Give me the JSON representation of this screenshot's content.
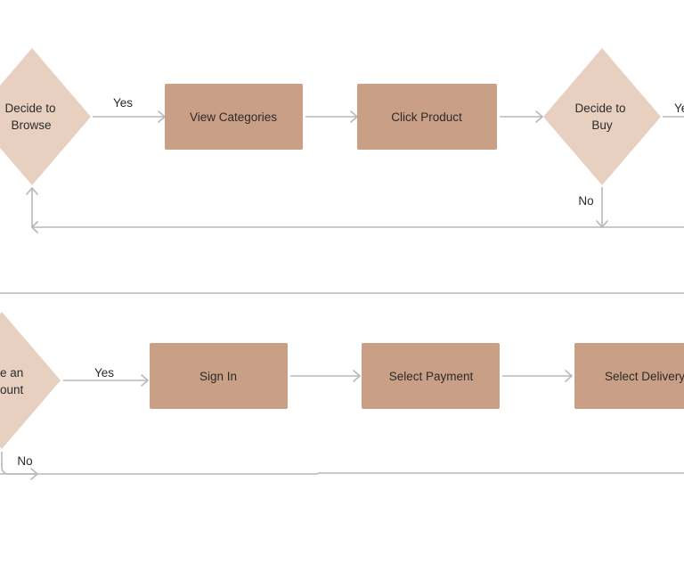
{
  "colors": {
    "process_fill": "#c99f85",
    "decision_fill": "#e8d0c1",
    "connector": "#b8b8b8",
    "text": "#2b2b2b",
    "background": "#ffffff"
  },
  "flow_top": {
    "decide_browse": {
      "line1": "Decide to",
      "line2": "Browse"
    },
    "view_categories": "View Categories",
    "click_product": "Click Product",
    "decide_buy": {
      "line1": "Decide to",
      "line2": "Buy"
    },
    "yes_browse": "Yes",
    "yes_buy": "Ye",
    "no_buy": "No"
  },
  "flow_bottom": {
    "account": {
      "line1": "e an",
      "line2": "ount"
    },
    "sign_in": "Sign In",
    "select_payment": "Select Payment",
    "select_delivery": "Select Delivery",
    "yes_account": "Yes",
    "no_account": "No"
  }
}
